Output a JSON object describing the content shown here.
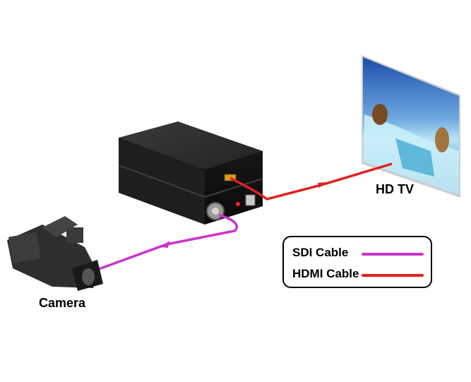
{
  "labels": {
    "camera": "Camera",
    "tv": "HD TV"
  },
  "legend": {
    "items": [
      {
        "label": "SDI Cable",
        "color": "#cc33cc"
      },
      {
        "label": "HDMI Cable",
        "color": "#e02020"
      }
    ]
  },
  "colors": {
    "sdi_cable": "#cc33cc",
    "hdmi_cable": "#e02020",
    "box_body": "#1c1c1c",
    "led": "#ff2020"
  }
}
